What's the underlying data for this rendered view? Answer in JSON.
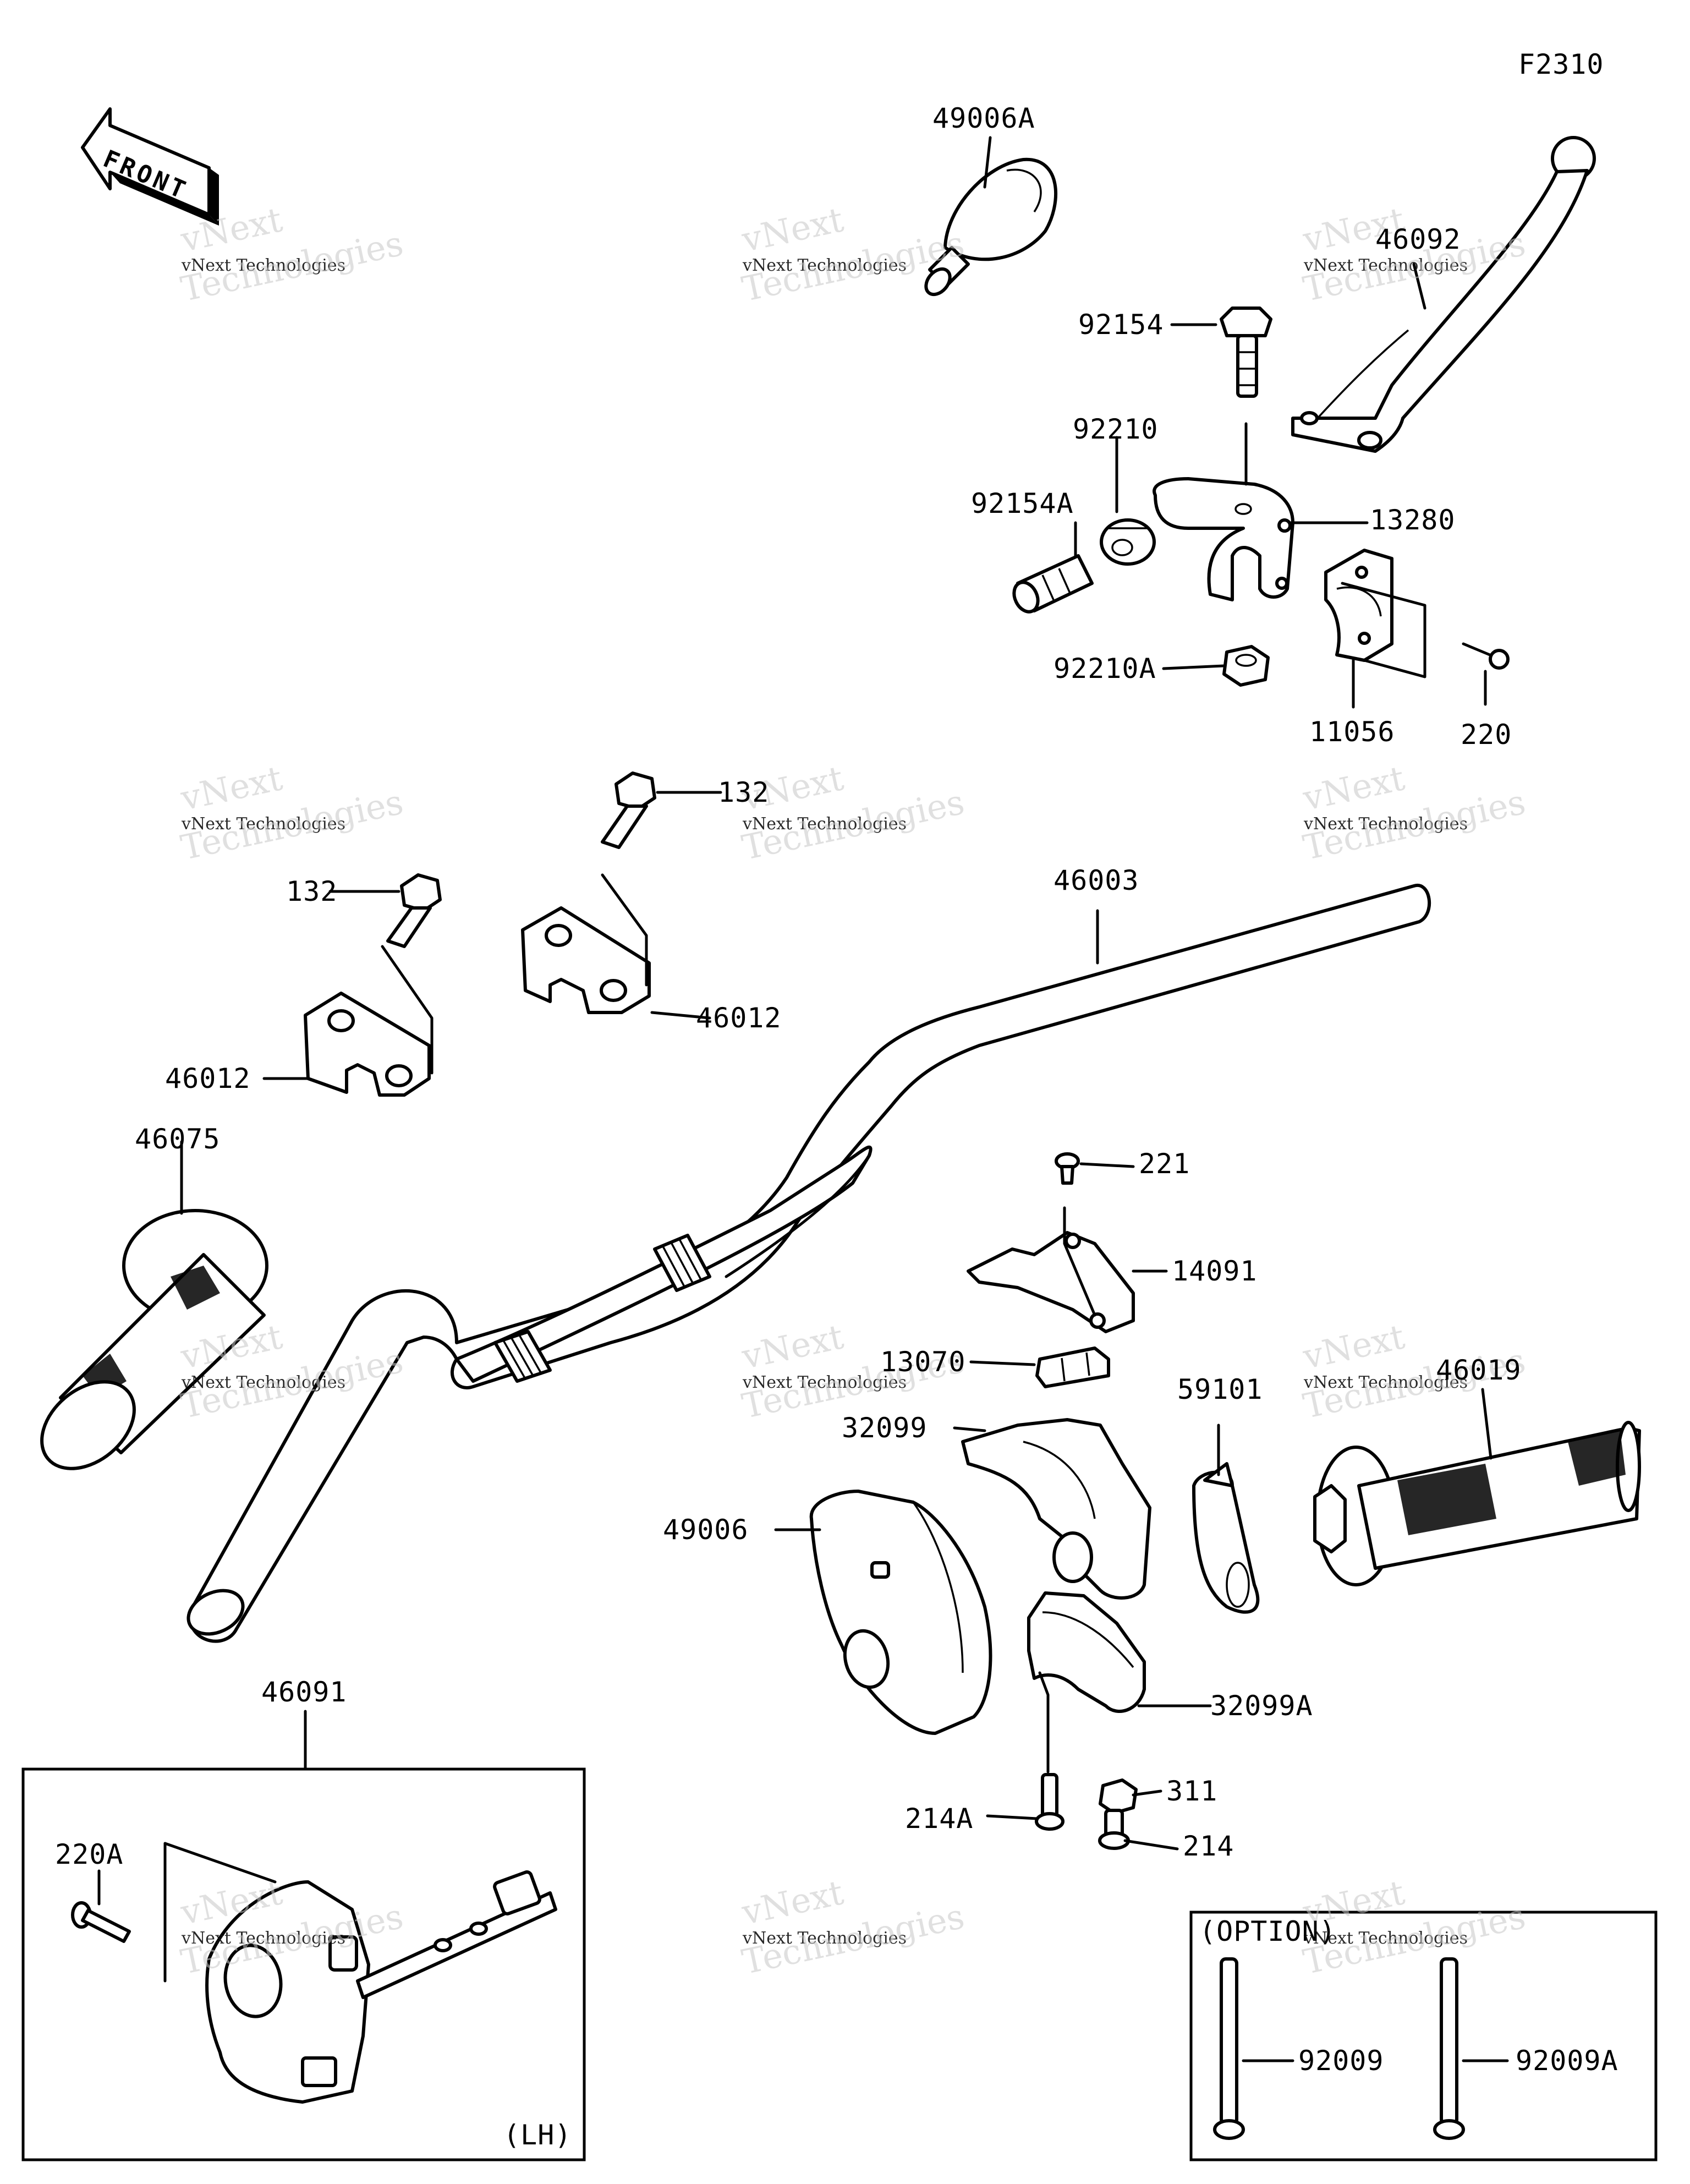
{
  "figure_code": "F2310",
  "front_label": "FRONT",
  "watermark": {
    "line1": "vNext",
    "line2": "vNext Technologies",
    "line3": "Technologies"
  },
  "parts": {
    "p49006A": "49006A",
    "p46092": "46092",
    "p92154": "92154",
    "p92210": "92210",
    "p92154A": "92154A",
    "p13280": "13280",
    "p92210A": "92210A",
    "p11056": "11056",
    "p220": "220",
    "p132_right": "132",
    "p132_left": "132",
    "p46003": "46003",
    "p46012_left": "46012",
    "p46012_right": "46012",
    "p221": "221",
    "p46075": "46075",
    "p14091": "14091",
    "p13070": "13070",
    "p59101": "59101",
    "p46019": "46019",
    "p32099": "32099",
    "p49006": "49006",
    "p32099A": "32099A",
    "p311": "311",
    "p214A": "214A",
    "p214": "214",
    "p46091": "46091",
    "p220A": "220A",
    "p92009": "92009",
    "p92009A": "92009A"
  },
  "boxes": {
    "switch_note": "(LH)",
    "option_title": "(OPTION)"
  }
}
